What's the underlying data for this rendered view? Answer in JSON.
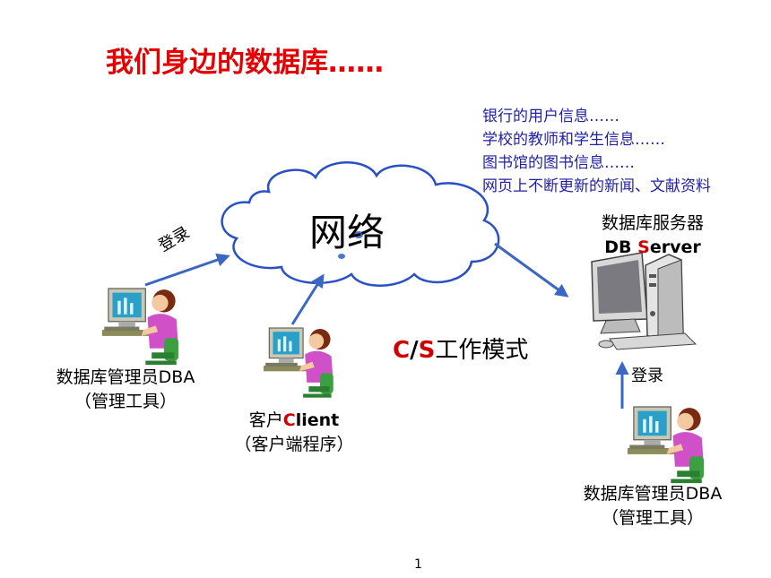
{
  "title": "我们身边的数据库……",
  "colors": {
    "title": "#e60000",
    "examples": "#1f1fa8",
    "cloud": "#2a50c8",
    "arrow": "#3a66c4",
    "accent": "#d00000",
    "text": "#000000"
  },
  "examples": [
    "银行的用户信息……",
    "学校的教师和学生信息……",
    "图书馆的图书信息……",
    "网页上不断更新的新闻、文献资料"
  ],
  "network": {
    "label": "网络"
  },
  "server": {
    "label_cn": "数据库服务器",
    "db": "DB ",
    "s_letter": "S",
    "erver": "erver"
  },
  "mode": {
    "c": "C",
    "slash": "/",
    "s": "S",
    "rest": "工作模式"
  },
  "dba_left": {
    "line1": "数据库管理员DBA",
    "line2": "（管理工具）"
  },
  "client": {
    "prefix": "客户",
    "c_letter": "C",
    "rest": "lient",
    "line2": "（客户端程序）"
  },
  "dba_right": {
    "line1": "数据库管理员DBA",
    "line2": "（管理工具）"
  },
  "login_labels": [
    "登录",
    "登录"
  ],
  "page_number": "1",
  "icons": {
    "person_computer": "person-at-computer-icon",
    "server": "server-computer-icon"
  }
}
